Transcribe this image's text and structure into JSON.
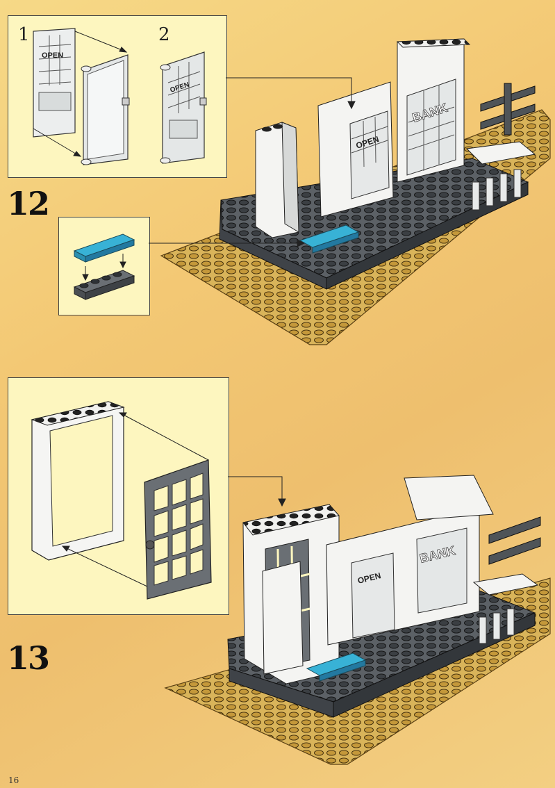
{
  "page": {
    "number": "16"
  },
  "steps": [
    {
      "number": "12",
      "sub_steps": [
        "1",
        "2"
      ],
      "door_sign": "OPEN",
      "wall_sign": "BANK"
    },
    {
      "number": "13",
      "wall_sign": "BANK",
      "door_sign": "OPEN"
    }
  ],
  "colors": {
    "baseplate": "#d9b45a",
    "dark_gray": "#555a5f",
    "white": "#f4f4f2",
    "azure": "#33aacc",
    "callout_bg": "#fdf6bf"
  }
}
